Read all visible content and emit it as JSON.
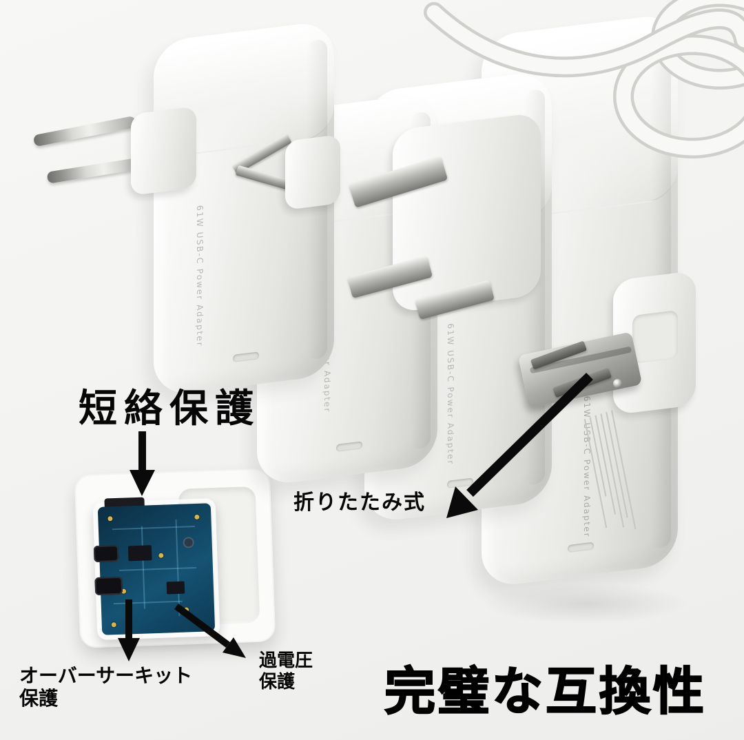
{
  "colors": {
    "background": "#f3f3f1",
    "annotation_text": "#060606",
    "pcb_blue": "#11405c",
    "cable_white": "#f8f8f6",
    "metal_gray": "#b5b5b2"
  },
  "annotations": {
    "short_circuit": "短絡保護",
    "foldable": "折りたたみ式",
    "over_circuit_line1": "オーバーサーキット",
    "over_circuit_line2": "保護",
    "overvoltage_line1": "過電圧",
    "overvoltage_line2": "保護",
    "compatibility": "完璧な互換性"
  },
  "adapters": {
    "side_label": "61W USB-C Power Adapter",
    "plugs": [
      "eu-plug",
      "au-plug",
      "uk-plug",
      "us-foldable-plug"
    ]
  }
}
